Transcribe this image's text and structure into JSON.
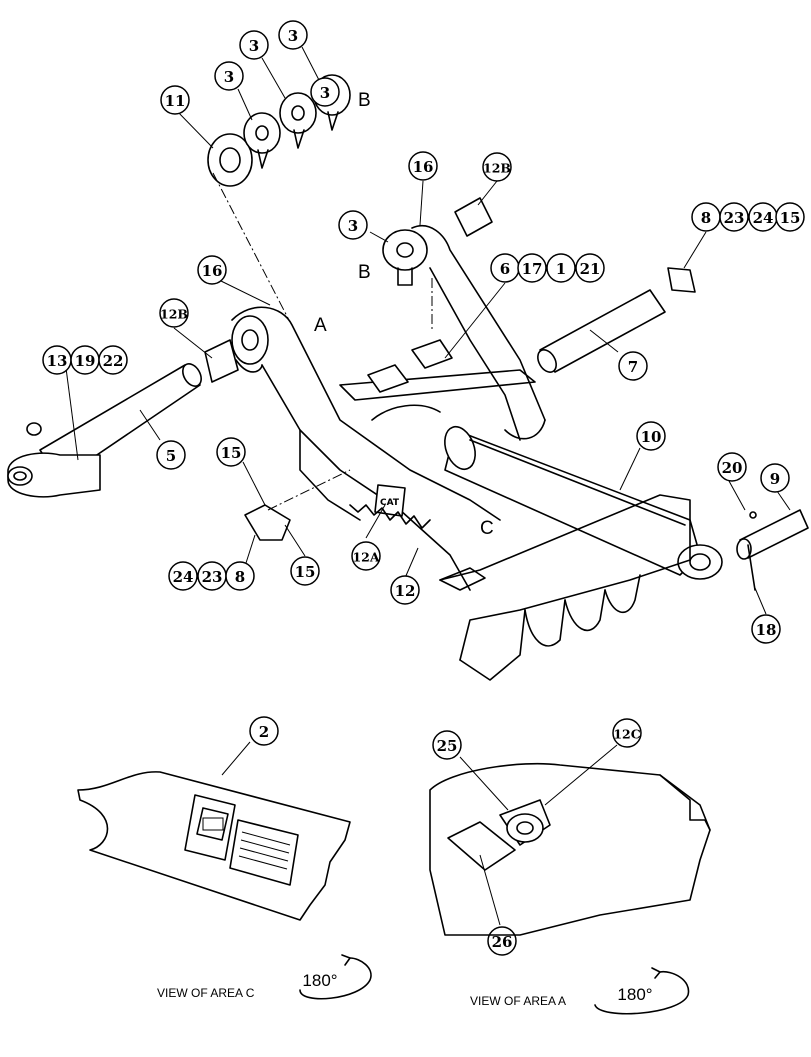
{
  "letters": {
    "a": "A",
    "b_top": "B",
    "b_mid": "B",
    "c": "C"
  },
  "callouts": [
    {
      "id": "c11",
      "label": "11"
    },
    {
      "id": "c3a",
      "label": "3"
    },
    {
      "id": "c3b",
      "label": "3"
    },
    {
      "id": "c3c",
      "label": "3"
    },
    {
      "id": "c3d",
      "label": "3"
    },
    {
      "id": "c16a",
      "label": "16"
    },
    {
      "id": "c12b_top",
      "label": "12B"
    },
    {
      "id": "c3e",
      "label": "3"
    },
    {
      "id": "c8_r",
      "label": "8"
    },
    {
      "id": "c23_r",
      "label": "23"
    },
    {
      "id": "c24_r",
      "label": "24"
    },
    {
      "id": "c15_r",
      "label": "15"
    },
    {
      "id": "c6",
      "label": "6"
    },
    {
      "id": "c17",
      "label": "17"
    },
    {
      "id": "c1",
      "label": "1"
    },
    {
      "id": "c21",
      "label": "21"
    },
    {
      "id": "c16b",
      "label": "16"
    },
    {
      "id": "c12b_left",
      "label": "12B"
    },
    {
      "id": "c13",
      "label": "13"
    },
    {
      "id": "c19",
      "label": "19"
    },
    {
      "id": "c22",
      "label": "22"
    },
    {
      "id": "c7",
      "label": "7"
    },
    {
      "id": "c5",
      "label": "5"
    },
    {
      "id": "c10",
      "label": "10"
    },
    {
      "id": "c15a",
      "label": "15"
    },
    {
      "id": "c20",
      "label": "20"
    },
    {
      "id": "c9",
      "label": "9"
    },
    {
      "id": "c12a",
      "label": "12A"
    },
    {
      "id": "c24_l",
      "label": "24"
    },
    {
      "id": "c23_l",
      "label": "23"
    },
    {
      "id": "c8_l",
      "label": "8"
    },
    {
      "id": "c15b",
      "label": "15"
    },
    {
      "id": "c12",
      "label": "12"
    },
    {
      "id": "c18",
      "label": "18"
    },
    {
      "id": "c2",
      "label": "2"
    },
    {
      "id": "c25",
      "label": "25"
    },
    {
      "id": "c12c",
      "label": "12C"
    },
    {
      "id": "c26",
      "label": "26"
    }
  ],
  "views": {
    "left_caption": "VIEW OF AREA C",
    "right_caption": "VIEW OF AREA A",
    "left_rotation": "180°",
    "right_rotation": "180°"
  }
}
